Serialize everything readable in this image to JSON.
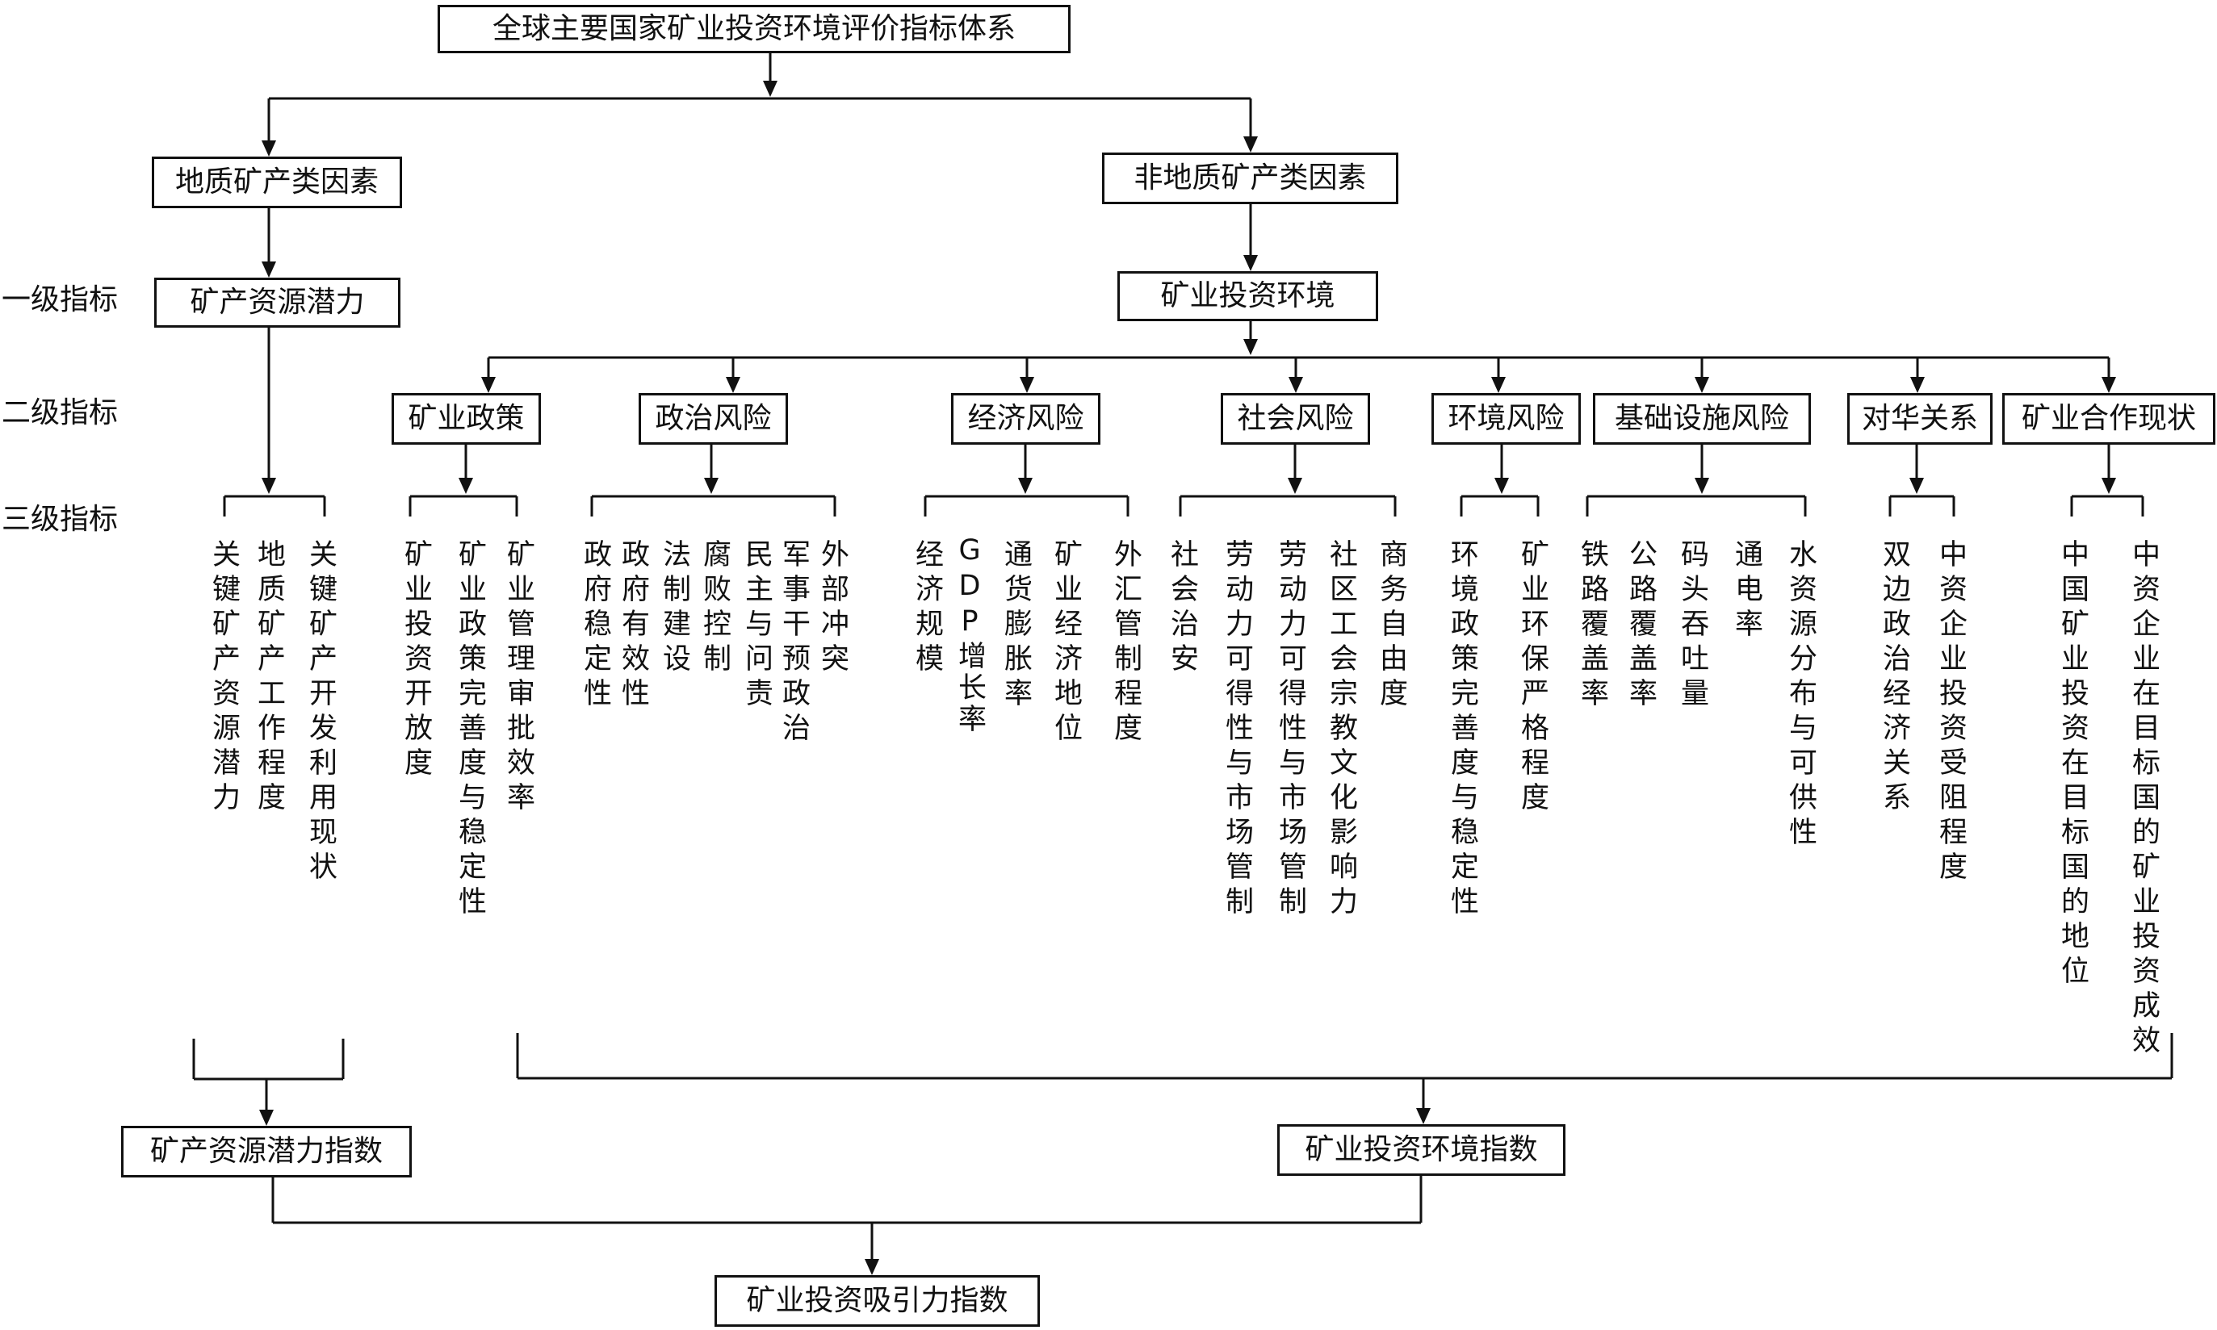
{
  "root": "全球主要国家矿业投资环境评价指标体系",
  "level_labels": {
    "first": "一级指标",
    "second": "二级指标",
    "third": "三级指标"
  },
  "geo": {
    "factor": "地质矿产类因素",
    "first": "矿产资源潜力",
    "third": [
      "关键矿产资源潜力",
      "地质矿产工作程度",
      "关键矿产开发利用现状"
    ]
  },
  "nongeo": {
    "factor": "非地质矿产类因素",
    "first": "矿业投资环境",
    "second": [
      {
        "label": "矿业政策",
        "third": [
          "矿业投资开放度",
          "矿业政策完善度与稳定性",
          "矿业管理审批效率"
        ]
      },
      {
        "label": "政治风险",
        "third": [
          "政府稳定性",
          "政府有效性",
          "法制建设",
          "腐败控制",
          "民主与问责",
          "军事干预政治",
          "外部冲突"
        ]
      },
      {
        "label": "经济风险",
        "third": [
          "经济规模",
          "GDP增长率",
          "通货膨胀率",
          "矿业经济地位",
          "外汇管制程度"
        ]
      },
      {
        "label": "社会风险",
        "third": [
          "社会治安",
          "劳动力可得性与市场管制",
          "劳动力可得性与市场管制",
          "社区工会宗教文化影响力",
          "商务自由度"
        ]
      },
      {
        "label": "环境风险",
        "third": [
          "环境政策完善度与稳定性",
          "矿业环保严格程度"
        ]
      },
      {
        "label": "基础设施风险",
        "third": [
          "铁路覆盖率",
          "公路覆盖率",
          "码头吞吐量",
          "通电率",
          "水资源分布与可供性"
        ]
      },
      {
        "label": "对华关系",
        "third": [
          "双边政治经济关系",
          "中资企业投资受阻程度"
        ]
      },
      {
        "label": "矿业合作现状",
        "third": [
          "中国矿业投资在目标国的地位",
          "中资企业在目标国的矿业投资成效"
        ]
      }
    ]
  },
  "indexes": {
    "potential": "矿产资源潜力指数",
    "environment": "矿业投资环境指数",
    "attraction": "矿业投资吸引力指数"
  }
}
